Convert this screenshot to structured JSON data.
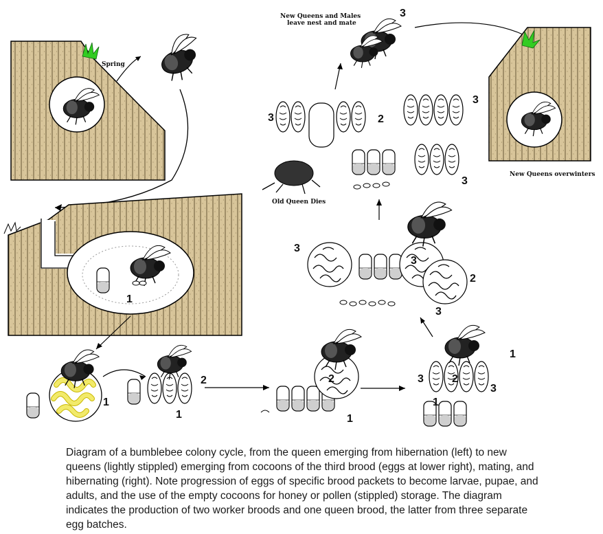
{
  "labels": {
    "spring": "Spring",
    "mate_line1": "New Queens and Males",
    "mate_line2": "leave nest and mate",
    "overwinter": "New Queens overwinters",
    "old_queen": "Old Queen Dies"
  },
  "numbers": {
    "n1": "1",
    "n2": "2",
    "n3": "3"
  },
  "caption": "Diagram of a bumblebee colony cycle, from the queen emerging from hibernation (left) to new queens (lightly stippled) emerging from cocoons of the third brood (eggs at lower right), mating, and hibernating (right). Note progression of eggs of specific brood packets to become larvae, pupae, and adults, and the use of the empty cocoons for honey or pollen (stippled) storage. The diagram indicates the production of two worker broods and one queen brood, the latter from three separate egg batches.",
  "colors": {
    "soil": "#d8c59a",
    "soil_line": "#5a4a2a",
    "grass": "#33cc22",
    "larvae": "#f2ea6a",
    "ink": "#111111"
  }
}
